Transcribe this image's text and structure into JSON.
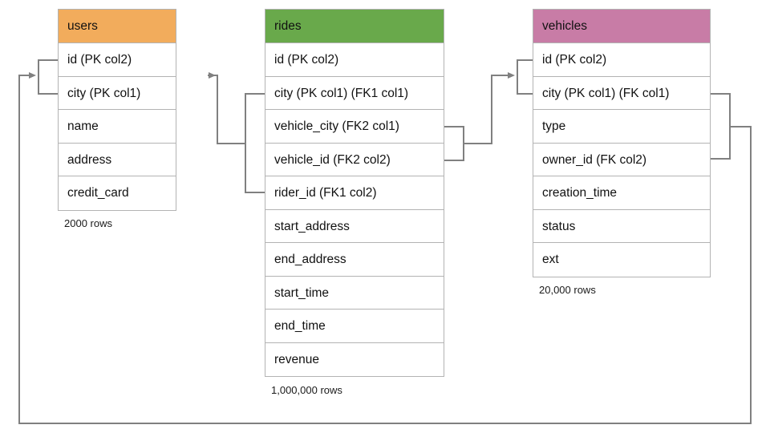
{
  "diagram": {
    "title": "ride-sharing schema ER diagram",
    "background": "#ffffff",
    "connector_color": "#808080"
  },
  "entities": [
    {
      "key": "users",
      "name": "users",
      "header_color": "#f2ac5c",
      "row_count_label": "2000 rows",
      "fields": [
        {
          "label": "id (PK col2)"
        },
        {
          "label": "city (PK col1)"
        },
        {
          "label": "name"
        },
        {
          "label": "address"
        },
        {
          "label": "credit_card"
        }
      ]
    },
    {
      "key": "rides",
      "name": "rides",
      "header_color": "#69a94b",
      "row_count_label": "1,000,000 rows",
      "fields": [
        {
          "label": "id (PK col2)"
        },
        {
          "label": "city (PK col1) (FK1 col1)"
        },
        {
          "label": "vehicle_city (FK2 col1)"
        },
        {
          "label": "vehicle_id (FK2 col2)"
        },
        {
          "label": "rider_id (FK1 col2)"
        },
        {
          "label": "start_address"
        },
        {
          "label": "end_address"
        },
        {
          "label": "start_time"
        },
        {
          "label": "end_time"
        },
        {
          "label": "revenue"
        }
      ]
    },
    {
      "key": "vehicles",
      "name": "vehicles",
      "header_color": "#c87ca6",
      "row_count_label": "20,000 rows",
      "fields": [
        {
          "label": "id (PK col2)"
        },
        {
          "label": "city (PK col1) (FK col1)"
        },
        {
          "label": "type"
        },
        {
          "label": "owner_id (FK col2)"
        },
        {
          "label": "creation_time"
        },
        {
          "label": "status"
        },
        {
          "label": "ext"
        }
      ]
    }
  ],
  "relationships": [
    {
      "key": "rides-fk1-users",
      "from_entity": "rides",
      "from_fields": [
        "city (PK col1) (FK1 col1)",
        "rider_id (FK1 col2)"
      ],
      "to_entity": "users",
      "to_fields": [
        "id (PK col2)",
        "city (PK col1)"
      ],
      "arrow": "to-users"
    },
    {
      "key": "rides-fk2-vehicles",
      "from_entity": "rides",
      "from_fields": [
        "vehicle_city (FK2 col1)",
        "vehicle_id (FK2 col2)"
      ],
      "to_entity": "vehicles",
      "to_fields": [
        "id (PK col2)",
        "city (PK col1) (FK col1)"
      ],
      "arrow": "to-vehicles"
    },
    {
      "key": "vehicles-fk-users",
      "from_entity": "vehicles",
      "from_fields": [
        "city (PK col1) (FK col1)",
        "owner_id (FK col2)"
      ],
      "to_entity": "users",
      "to_fields": [
        "id (PK col2)",
        "city (PK col1)"
      ],
      "arrow": "to-users"
    }
  ]
}
